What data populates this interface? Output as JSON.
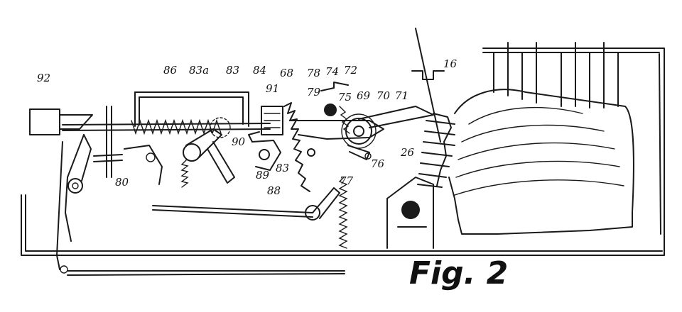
{
  "figure_label": "Fig. 2",
  "refs": {
    "r92": "92",
    "r86": "86",
    "r83a": "83a",
    "r83": "83",
    "r84": "84",
    "r68": "68",
    "r78": "78",
    "r74": "74",
    "r72": "72",
    "r91": "91",
    "r79": "79",
    "r75": "75",
    "r69": "69",
    "r70": "70",
    "r71": "71",
    "r16": "16",
    "r90": "90",
    "r89": "89",
    "r83b": "83",
    "r88": "88",
    "r76": "76",
    "r77": "77",
    "r80": "80",
    "r26": "26"
  },
  "colors": {
    "ink": "#1a1a1a",
    "paper": "#ffffff"
  }
}
